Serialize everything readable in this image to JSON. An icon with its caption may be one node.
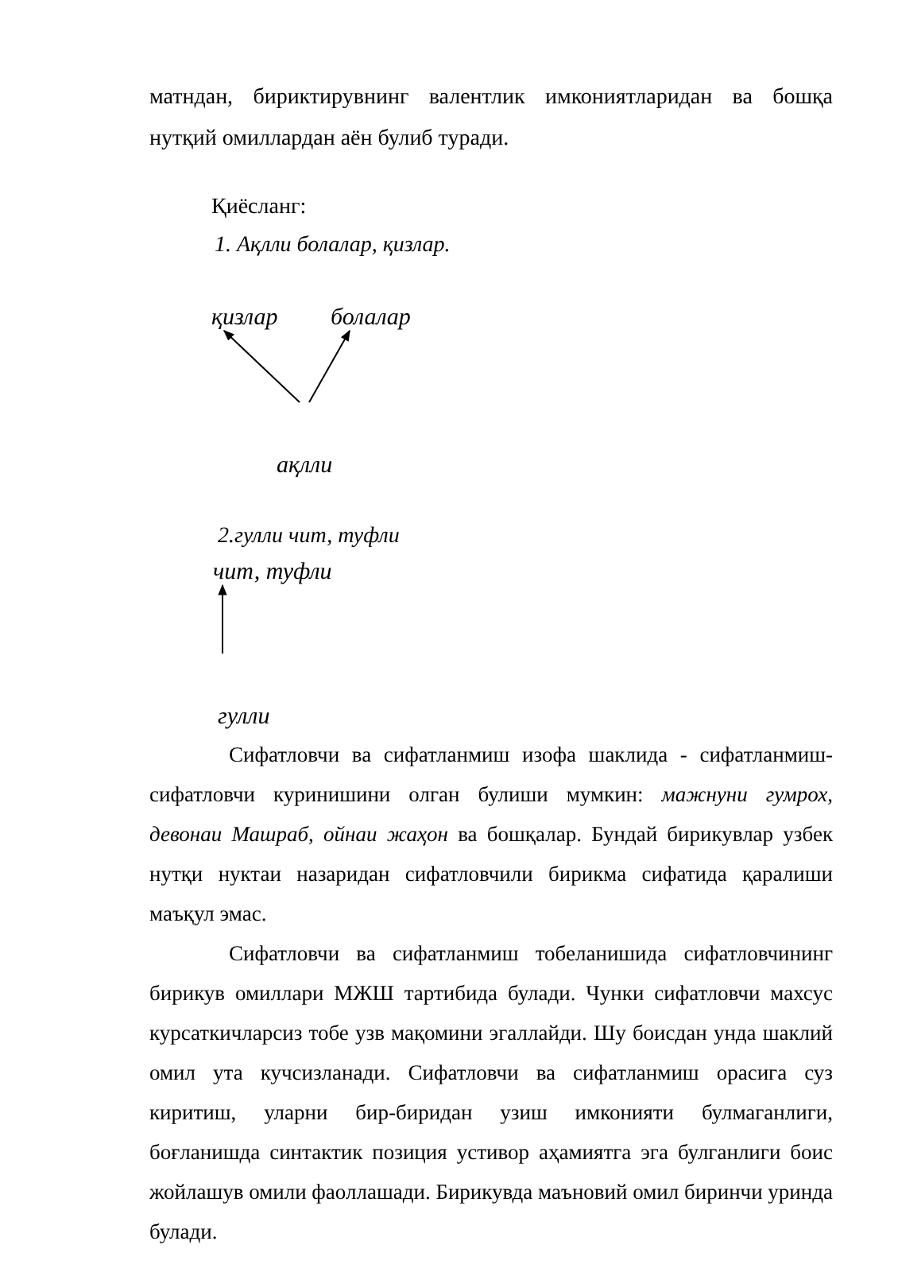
{
  "diagram": {
    "nodes": [
      {
        "text": [
          "қизлар"
        ]
      },
      {
        "text": [
          "болалар"
        ]
      },
      {
        "text": [
          "ақлли"
        ]
      },
      {
        "text": [
          "чит, туфли"
        ]
      },
      {
        "text": [
          "гулли"
        ]
      }
    ],
    "edges": [
      {
        "from": 2,
        "to": 0,
        "arrow": "to"
      },
      {
        "from": 2,
        "to": 1,
        "arrow": "to"
      },
      {
        "from": 4,
        "to": 3,
        "arrow": "to"
      }
    ],
    "labels": [
      "матндан, бириктирувнинг валентлик имкониятларидан ва бошқа нутқий омиллардан аён булиб туради.",
      "Қиёсланг:",
      "1. Ақлли болалар, қизлар.",
      "2.гулли чит, туфли",
      "Сифатловчи ва сифатланмиш изофа шаклида - сифатланмиш-сифатловчи куринишини олган булиши мумкин: *мажнуни гумрох, девонаи Машраб, ойнаи жаҳон* ва бошқалар. Бундай бирикувлар узбек нутқи нуктаи назаридан сифатловчили бирикма сифатида қаралиши маъқул эмас.",
      "Сифатловчи ва сифатланмиш тобеланишида сифатловчининг бирикув омиллари МЖШ тартибида булади. Чунки сифатловчи махсус курсаткичларсиз тобе узв мақомини эгаллайди. Шу боисдан унда шаклий омил ута кучсизланади. Сифатловчи ва сифатланмиш орасига суз киритиш, уларни бир-биридан узиш имконияти булмаганлиги, боғланишда синтактик позиция устивор аҳамиятга эга булганлиги боис жойлашув омили фаоллашади. Бирикувда маъновий омил биринчи уринда булади."
    ]
  }
}
